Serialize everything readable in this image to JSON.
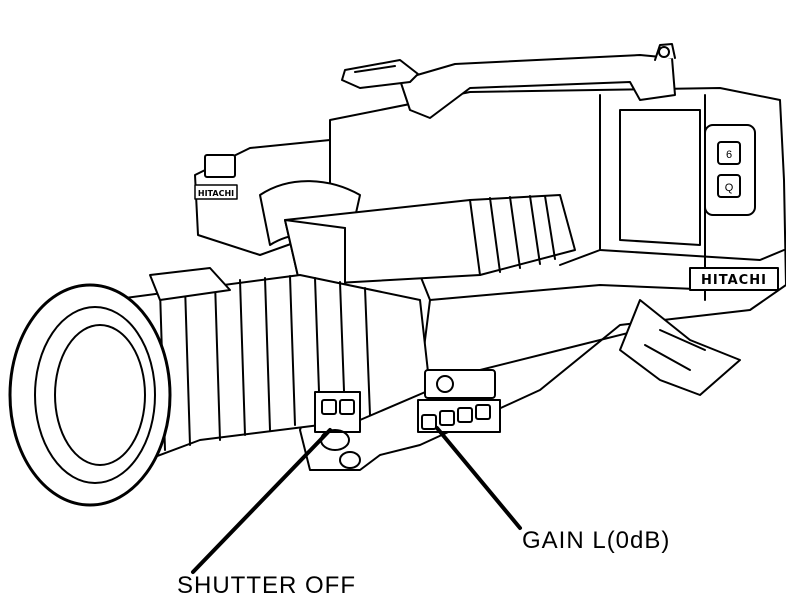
{
  "figure": {
    "brand_logo_text": "HITACHI",
    "ink_color": "#000000",
    "paper_color": "#ffffff"
  },
  "callouts": {
    "gain": {
      "label": "GAIN  L(0dB)"
    },
    "shutter": {
      "label": "SHUTTER  OFF"
    }
  }
}
